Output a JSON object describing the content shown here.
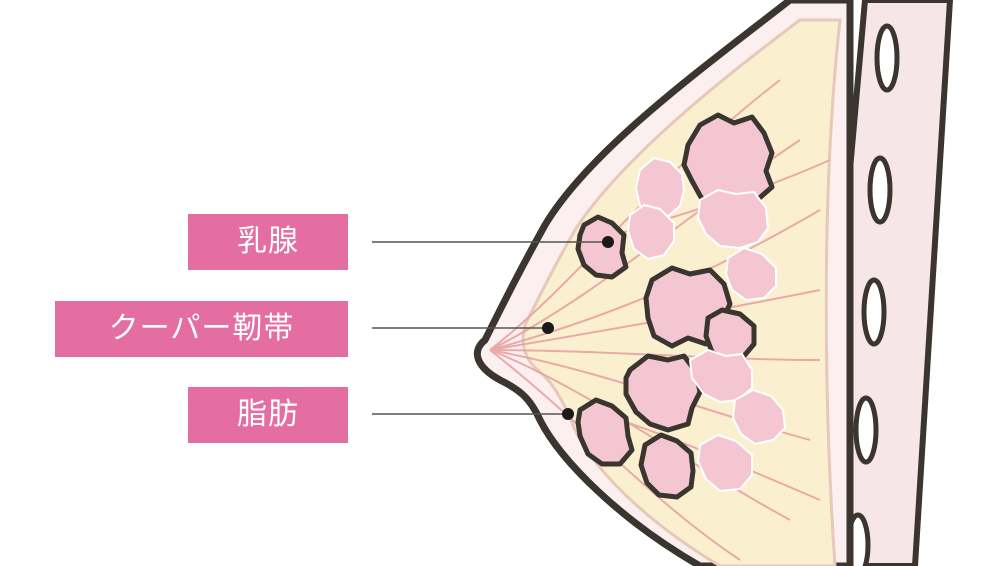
{
  "labels": [
    "乳腺",
    "クーパー靭帯",
    "脂肪"
  ],
  "colors": {
    "label_bg": "#e46da2",
    "outline": "#3b3530",
    "fat": "#faf0cf",
    "gland": "#f3c6d1",
    "ligament": "#e8a3a3",
    "chest_wall": "#f6e6e7",
    "skin": "#fbefef"
  }
}
